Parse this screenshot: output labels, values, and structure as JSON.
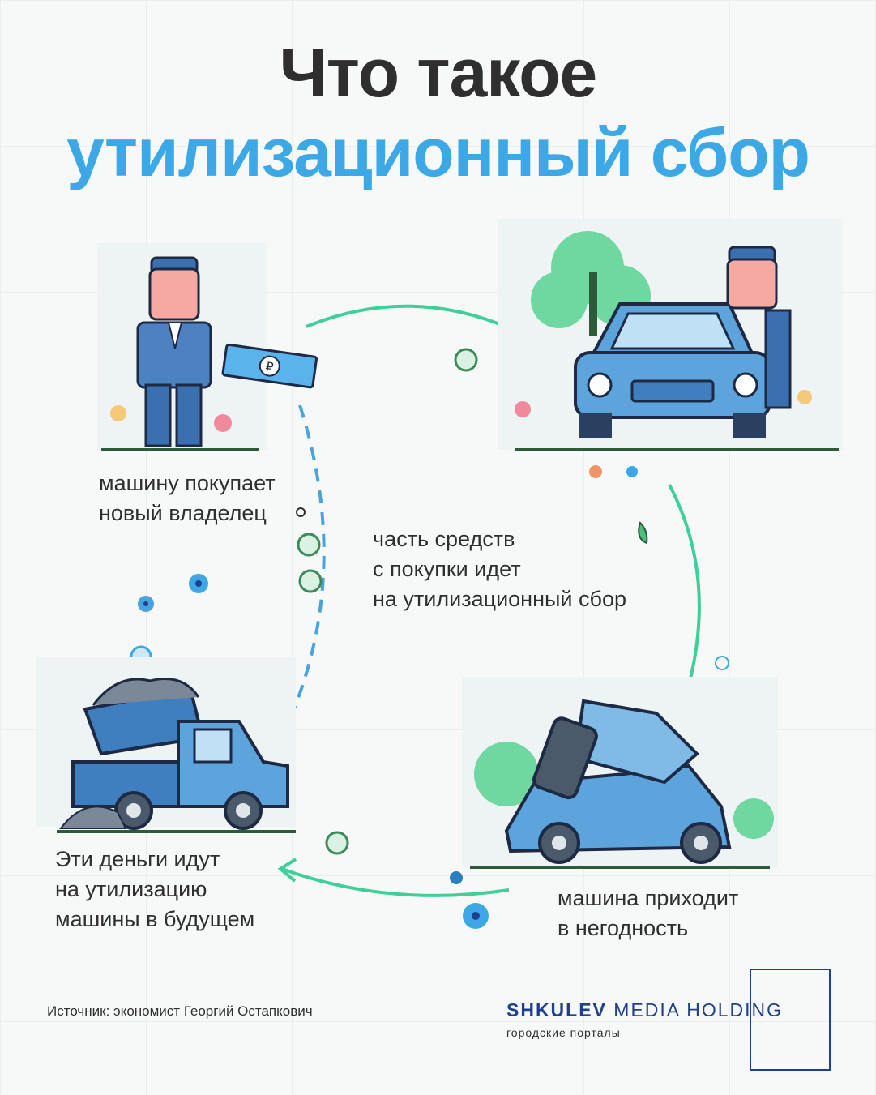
{
  "title": {
    "line1": "Что такое",
    "line2": "утилизационный сбор"
  },
  "steps": {
    "buy": "машину покупает новый владелец",
    "fee": "часть средств с покупки идет на утилизационный сбор",
    "broken": "машина приходит в негодность",
    "recycle": "Эти деньги идут на утилизацию машины в будущем"
  },
  "captions": {
    "buy": [
      "машину покупает",
      "новый владелец"
    ],
    "fee": [
      "часть средств",
      "с покупки идет",
      "на утилизационный сбор"
    ],
    "broken": [
      "машина приходит",
      "в негодность"
    ],
    "recycle": [
      "Эти деньги идут",
      "на утилизацию",
      "машины в будущем"
    ]
  },
  "footer": {
    "source": "Источник: экономист Георгий Остапкович",
    "logo_bold": "SHKULEV",
    "logo_rest": "MEDIA HOLDING",
    "logo_sub": "городские порталы"
  },
  "colors": {
    "title_dark": "#2f2f2f",
    "title_accent": "#3ca8e6",
    "arrow": "#3ecf9a",
    "dashed_arrow": "#4aa3df",
    "logo": "#1f3f8f"
  }
}
